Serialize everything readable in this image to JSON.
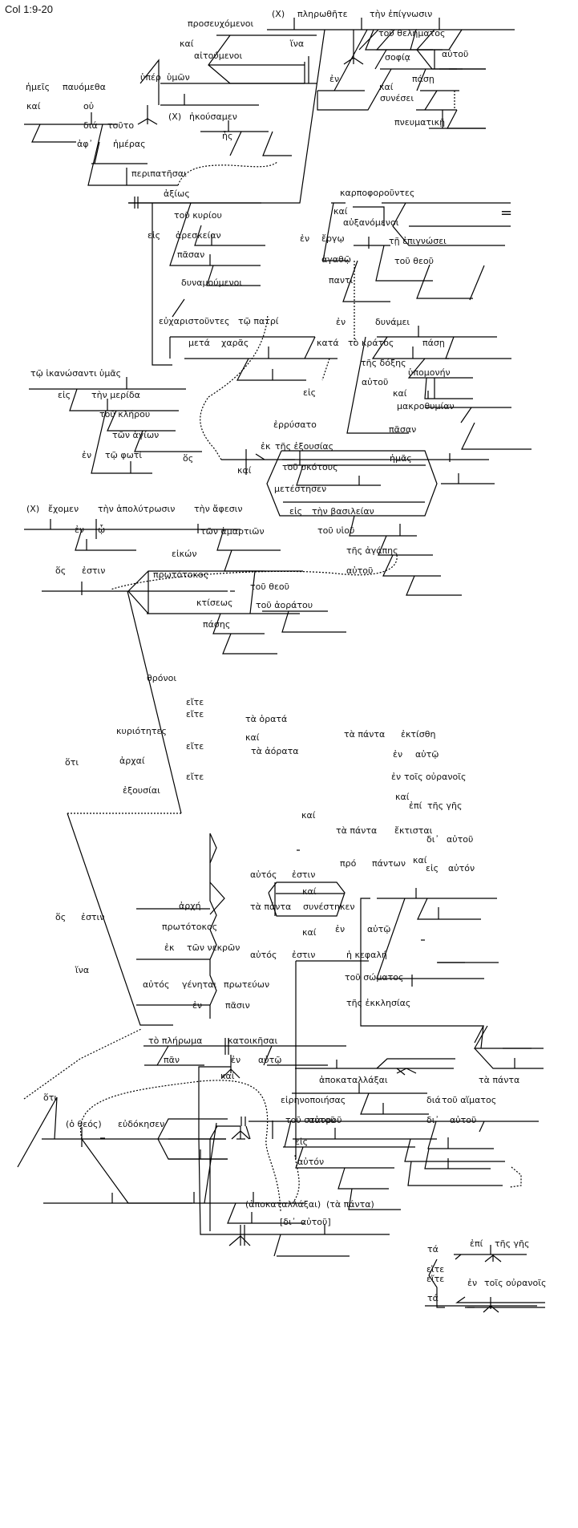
{
  "reference": "Col 1:9-20",
  "words": [
    "(X)",
    "πληρωθῆτε",
    "τὴν ἐπίγνωσιν",
    "τοῦ θελήματος",
    "αὐτοῦ",
    "ἐν",
    "σοφίᾳ",
    "πάσῃ",
    "καί",
    "συνέσει",
    "πνευματικῇ",
    "ἵνα",
    "προσευχόμενοι",
    "καί",
    "αἰτούμενοι",
    "ὑπέρ",
    "ὑμῶν",
    "ἡμεῖς",
    "παυόμεθα",
    "καί",
    "οὐ",
    "διά",
    "τοῦτο",
    "ἀφ᾽",
    "ἡμέρας",
    "(X)",
    "ἠκούσαμεν",
    "ἧς",
    "περιπατῆσαι",
    "ἀξίως",
    "τοῦ κυρίου",
    "εἰς",
    "ἀρεσκείαν",
    "πᾶσαν",
    "καρποφοροῦντες",
    "καί",
    "αὐξανόμενοι",
    "ἐν",
    "ἔργῳ",
    "ἀγαθῷ",
    "παντί",
    "τῇ ἐπιγνώσει",
    "τοῦ θεοῦ",
    "δυναμούμενοι",
    "εὐχαριστοῦντες",
    "τῷ πατρί",
    "μετά",
    "χαρᾶς",
    "ἐν",
    "δυνάμει",
    "πάσῃ",
    "κατά",
    "τὸ κράτος",
    "τῆς δόξης",
    "αὐτοῦ",
    "εἰς",
    "ὑπομονήν",
    "καί",
    "μακροθυμίαν",
    "πᾶσαν",
    "τῷ ἱκανώσαντι",
    "ὑμᾶς",
    "εἰς",
    "τὴν μερίδα",
    "τοῦ κλήρου",
    "τῶν ἁγίων",
    "ἐν",
    "τῷ φωτί",
    "ὅς",
    "ἐρρύσατο",
    "ἐκ",
    "τῆς ἐξουσίας",
    "τοῦ σκότους",
    "καί",
    "ἡμᾶς",
    "μετέστησεν",
    "εἰς",
    "τὴν βασιλείαν",
    "τοῦ υἱοῦ",
    "τῆς ἀγάπης",
    "αὐτοῦ",
    "(X)",
    "ἔχομεν",
    "τὴν ἀπολύτρωσιν",
    "ἐν",
    "ᾧ",
    "τὴν ἄφεσιν",
    "τῶν ἁμαρτιῶν",
    "ὅς",
    "ἐστιν",
    "εἰκών",
    "πρωτότοκος",
    "τοῦ θεοῦ",
    "τοῦ ἀοράτου",
    "κτίσεως",
    "πάσης",
    "θρόνοι",
    "εἴτε",
    "εἴτε",
    "κυριότητες",
    "εἴτε",
    "ἀρχαί",
    "εἴτε",
    "ἐξουσίαι",
    "τὰ ὁρατά",
    "καί",
    "τὰ ἀόρατα",
    "ὅτι",
    "τὰ πάντα",
    "ἐκτίσθη",
    "ἐν",
    "αὐτῷ",
    "ἐν",
    "τοῖς οὐρανοῖς",
    "καί",
    "ἐπί",
    "τῆς γῆς",
    "καί",
    "τὰ πάντα",
    "ἔκτισται",
    "δι᾽",
    "αὐτοῦ",
    "καί",
    "εἰς",
    "αὐτόν",
    "αὐτός",
    "ἐστιν",
    "πρό",
    "πάντων",
    "καί",
    "τὰ πάντα",
    "συνέστηκεν",
    "ἐν",
    "αὐτῷ",
    "καί",
    "αὐτός",
    "ἐστιν",
    "ἡ κεφαλή",
    "τοῦ σώματος",
    "τῆς ἐκκλησίας",
    "ὅς",
    "ἐστιν",
    "ἀρχή",
    "πρωτότοκος",
    "ἐκ",
    "τῶν νεκρῶν",
    "ἵνα",
    "αὐτός",
    "γένηται",
    "πρωτεύων",
    "ἐν",
    "πᾶσιν",
    "τὸ πλήρωμα",
    "πᾶν",
    "κατοικῆσαι",
    "ἐν",
    "αὐτῷ",
    "ὅτι",
    "(ὁ θεός)",
    "εὐδόκησεν",
    "καί",
    "ἀποκαταλλάξαι",
    "τὰ πάντα",
    "εἰρηνοποιήσας",
    "διά",
    "τοῦ αἵματος",
    "τοῦ σταυροῦ",
    "αὐτοῦ",
    "εἰς",
    "αὐτόν",
    "δι᾽",
    "αὐτοῦ",
    "(ἀποκαταλλάξαι)",
    "(τὰ πάντα)",
    "[δι᾽",
    "αὐτοῦ]",
    "τά",
    "ἐπί",
    "τῆς γῆς",
    "εἴτε",
    "εἴτε",
    "ἐν",
    "τοῖς οὐρανοῖς",
    "τά"
  ]
}
